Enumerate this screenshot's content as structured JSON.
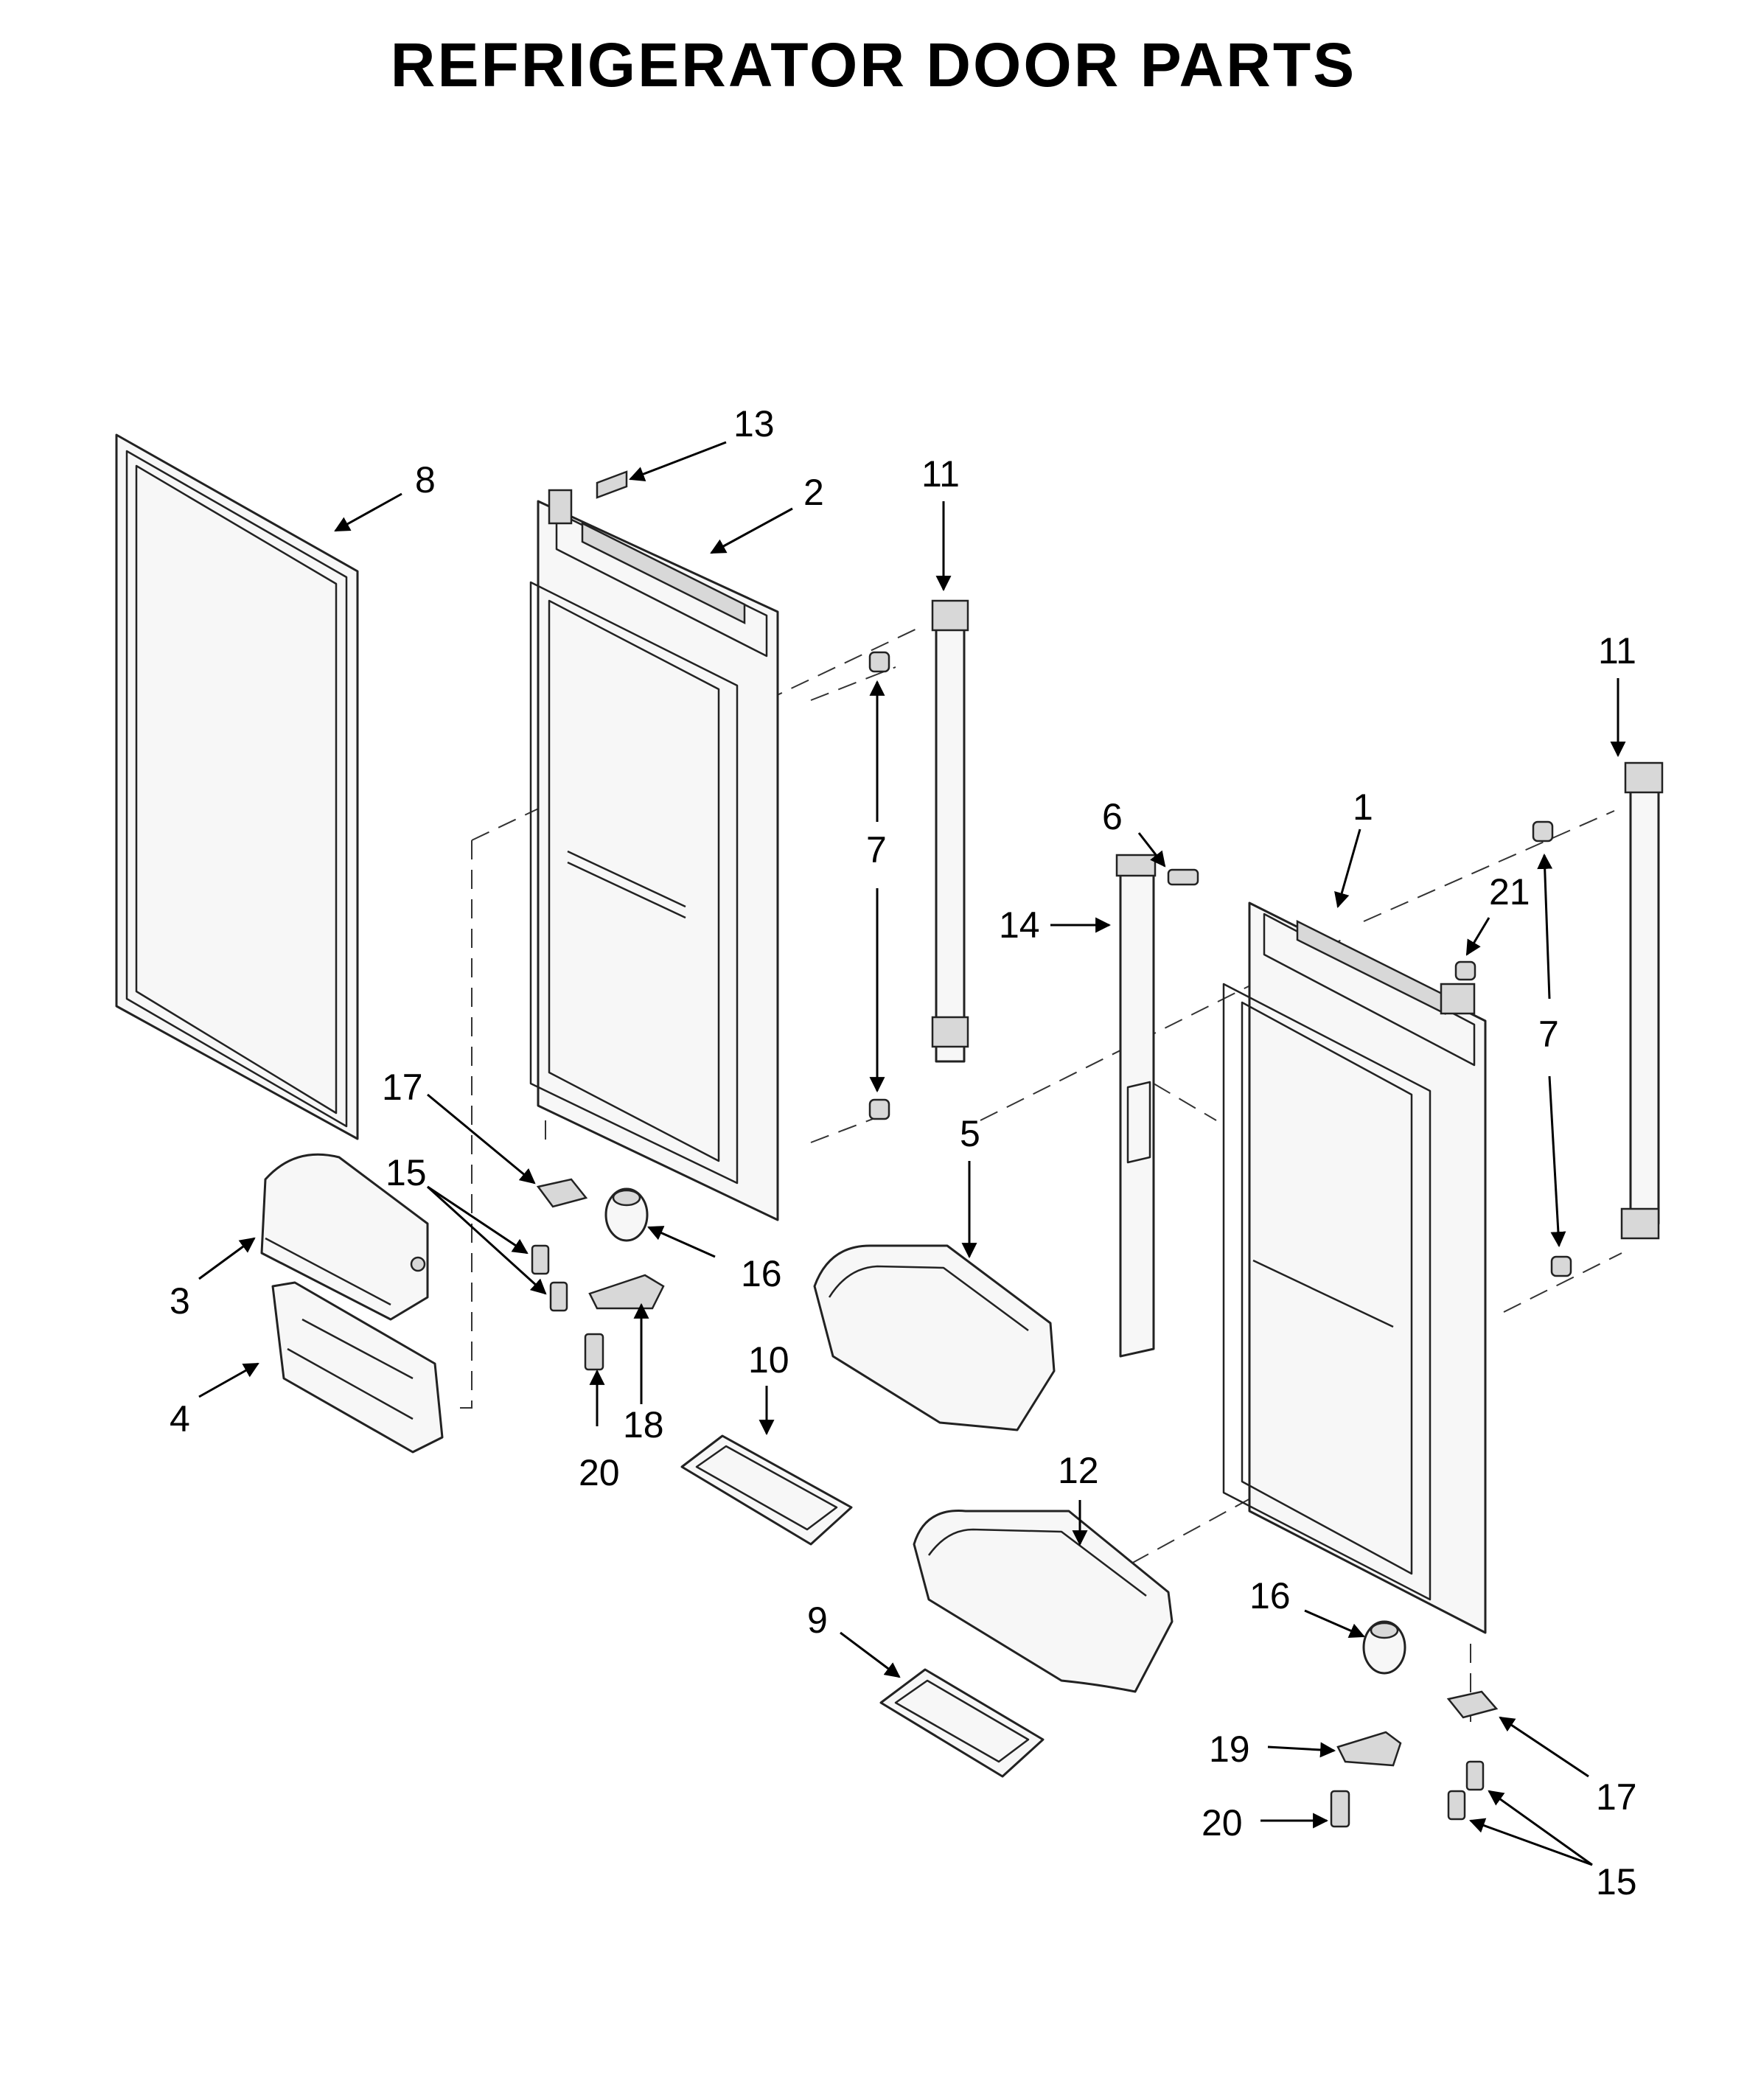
{
  "title": "REFRIGERATOR DOOR PARTS",
  "callouts": [
    {
      "id": "c13a",
      "label": "13"
    },
    {
      "id": "c8",
      "label": "8"
    },
    {
      "id": "c2",
      "label": "2"
    },
    {
      "id": "c11a",
      "label": "11"
    },
    {
      "id": "c11b",
      "label": "11"
    },
    {
      "id": "c7a",
      "label": "7"
    },
    {
      "id": "c7b",
      "label": "7"
    },
    {
      "id": "c6",
      "label": "6"
    },
    {
      "id": "c1",
      "label": "1"
    },
    {
      "id": "c21",
      "label": "21"
    },
    {
      "id": "c14",
      "label": "14"
    },
    {
      "id": "c17a",
      "label": "17"
    },
    {
      "id": "c15a",
      "label": "15"
    },
    {
      "id": "c5",
      "label": "5"
    },
    {
      "id": "c3",
      "label": "3"
    },
    {
      "id": "c16a",
      "label": "16"
    },
    {
      "id": "c10",
      "label": "10"
    },
    {
      "id": "c4",
      "label": "4"
    },
    {
      "id": "c18",
      "label": "18"
    },
    {
      "id": "c20a",
      "label": "20"
    },
    {
      "id": "c12",
      "label": "12"
    },
    {
      "id": "c16b",
      "label": "16"
    },
    {
      "id": "c9",
      "label": "9"
    },
    {
      "id": "c19",
      "label": "19"
    },
    {
      "id": "c17b",
      "label": "17"
    },
    {
      "id": "c20b",
      "label": "20"
    },
    {
      "id": "c15b",
      "label": "15"
    }
  ]
}
